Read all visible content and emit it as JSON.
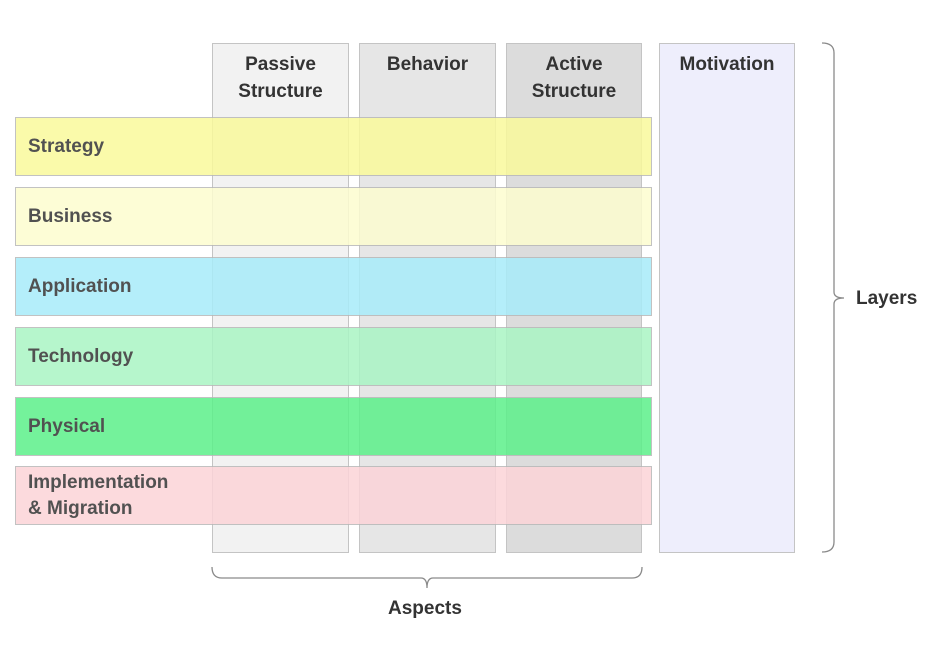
{
  "columns": [
    {
      "id": "passive-structure",
      "title": "Passive\nStructure",
      "color": "#f2f2f2"
    },
    {
      "id": "behavior",
      "title": "Behavior",
      "color": "#e6e6e6"
    },
    {
      "id": "active-structure",
      "title": "Active\nStructure",
      "color": "#dcdcdc"
    }
  ],
  "motivation": {
    "title": "Motivation",
    "color": "#eeeefc"
  },
  "layers": [
    {
      "id": "strategy",
      "label": "Strategy",
      "color": "#fafa9c"
    },
    {
      "id": "business",
      "label": "Business",
      "color": "#fdfdd0"
    },
    {
      "id": "application",
      "label": "Application",
      "color": "#a8ecfa"
    },
    {
      "id": "technology",
      "label": "Technology",
      "color": "#aaf5c4"
    },
    {
      "id": "physical",
      "label": "Physical",
      "color": "#5cf08a"
    },
    {
      "id": "implementation-migration",
      "label": "Implementation\n& Migration",
      "color": "#fcd4d8"
    }
  ],
  "labels": {
    "layers": "Layers",
    "aspects": "Aspects"
  }
}
